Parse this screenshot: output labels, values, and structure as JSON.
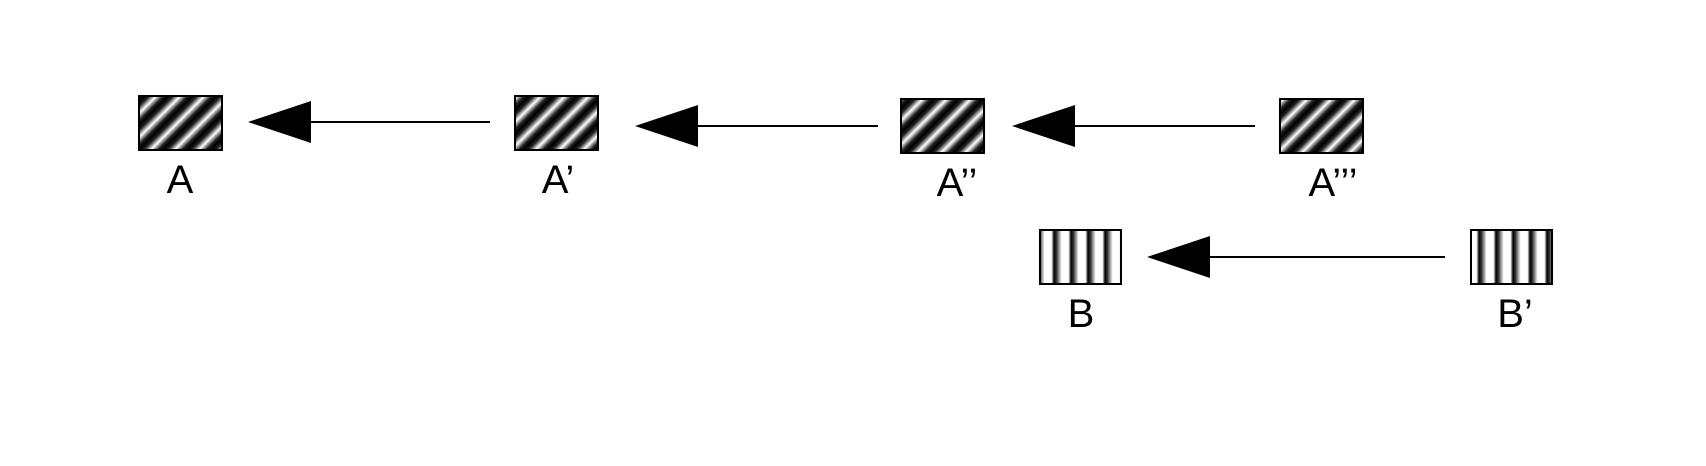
{
  "colors": {
    "background": "#ffffff",
    "ink": "#000000"
  },
  "nodes": [
    {
      "id": "A",
      "label": "A",
      "pattern": "diagonal-stripes"
    },
    {
      "id": "A1",
      "label": "A’",
      "pattern": "diagonal-stripes"
    },
    {
      "id": "A2",
      "label": "A’’",
      "pattern": "diagonal-stripes"
    },
    {
      "id": "A3",
      "label": "A’’’",
      "pattern": "diagonal-stripes"
    },
    {
      "id": "B",
      "label": "B",
      "pattern": "vertical-stripes"
    },
    {
      "id": "B1",
      "label": "B’",
      "pattern": "vertical-stripes"
    }
  ],
  "edges": [
    {
      "from": "A1",
      "to": "A"
    },
    {
      "from": "A2",
      "to": "A1"
    },
    {
      "from": "A3",
      "to": "A2"
    },
    {
      "from": "B1",
      "to": "B"
    }
  ]
}
